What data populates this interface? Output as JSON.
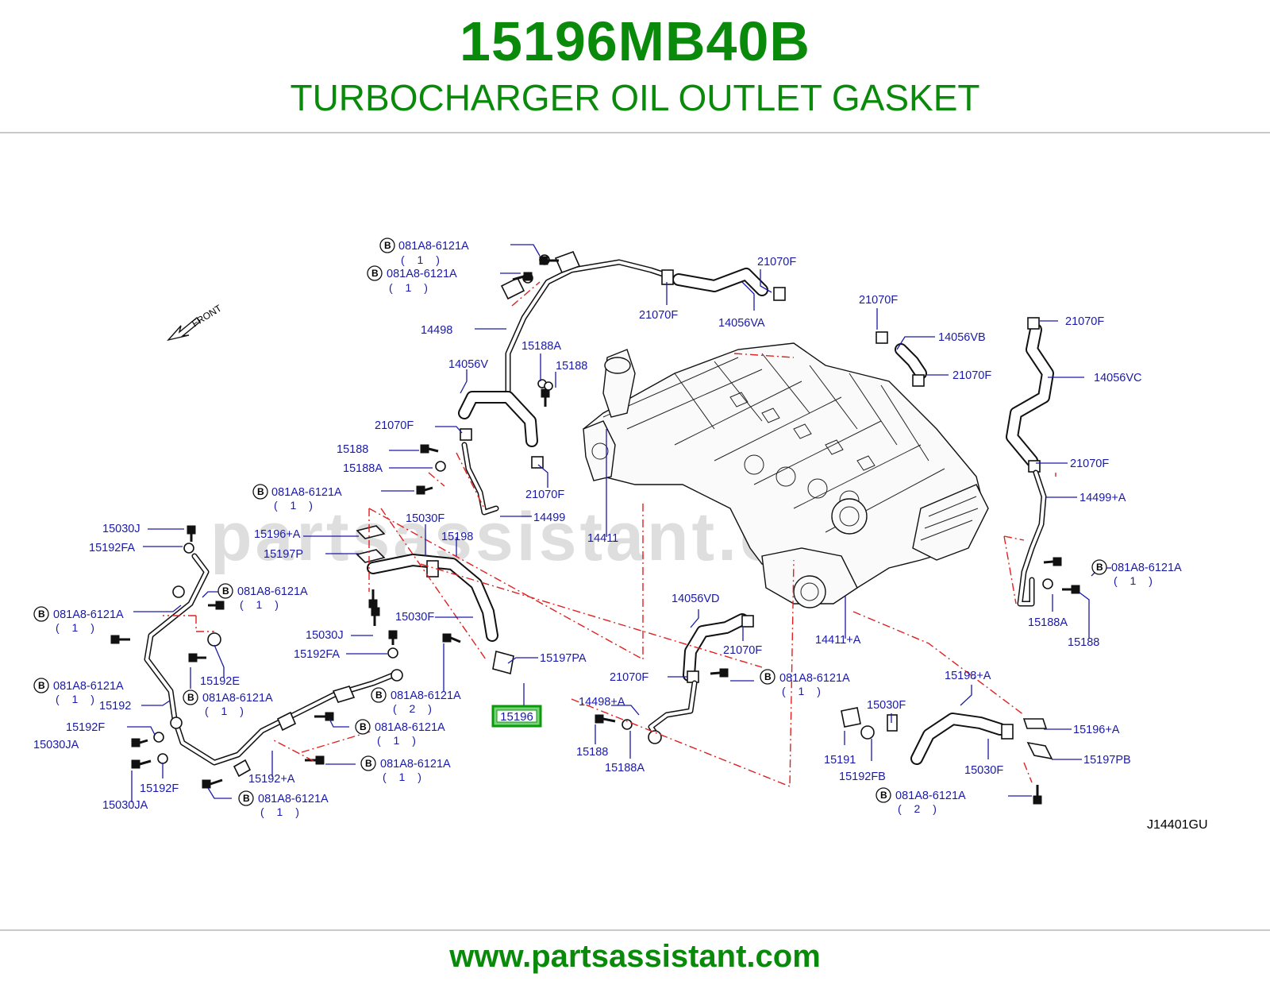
{
  "header": {
    "part_number": "15196MB40B",
    "part_name": "TURBOCHARGER OIL OUTLET GASKET"
  },
  "footer": {
    "url": "www.partsassistant.com"
  },
  "diagram": {
    "watermark": "partsassistant.com",
    "front_label": "FRONT",
    "ref_code": "J14401GU",
    "bolt_marker": "B",
    "highlighted_part": "15196",
    "labels": {
      "l_081a_top1": "081A8-6121A",
      "q_top1": "( 1 )",
      "l_081a_top2": "081A8-6121A",
      "q_top2": "( 1 )",
      "l_14498": "14498",
      "l_21070f_a": "21070F",
      "l_21070f_b": "21070F",
      "l_14056va": "14056VA",
      "l_15188a_top": "15188A",
      "l_15188_top": "15188",
      "l_14056v": "14056V",
      "l_21070f_c": "21070F",
      "l_15188_mid": "15188",
      "l_15188a_mid": "15188A",
      "l_081a_mid": "081A8-6121A",
      "q_mid": "( 1 )",
      "l_21070f_d": "21070F",
      "l_14499": "14499",
      "l_15030f_a": "15030F",
      "l_15196a_left": "15196+A",
      "l_15198": "15198",
      "l_15197p": "15197P",
      "l_15030j_left": "15030J",
      "l_15192fa_left": "15192FA",
      "l_081a_l1": "081A8-6121A",
      "q_l1": "( 1 )",
      "l_081a_l2": "081A8-6121A",
      "q_l2": "( 1 )",
      "l_15030f_b": "15030F",
      "l_15030j_mid": "15030J",
      "l_15192fa_mid": "15192FA",
      "l_15197pa": "15197PA",
      "l_081a_l3": "081A8-6121A",
      "q_l3": "( 1 )",
      "l_15192e": "15192E",
      "l_081a_l4": "081A8-6121A",
      "q_l4": "( 1 )",
      "l_15192": "15192",
      "l_081a_l5": "081A8-6121A",
      "q_l5": "( 2 )",
      "l_15192f_a": "15192F",
      "l_15030ja_a": "15030JA",
      "l_081a_l6": "081A8-6121A",
      "q_l6": "( 1 )",
      "l_081a_l7": "081A8-6121A",
      "q_l7": "( 1 )",
      "l_15192f_b": "15192F",
      "l_15192a": "15192+A",
      "l_15030ja_b": "15030JA",
      "l_081a_l8": "081A8-6121A",
      "q_l8": "( 1 )",
      "l_14411": "14411",
      "l_21070f_e": "21070F",
      "l_14056vb": "14056VB",
      "l_21070f_f": "21070F",
      "l_21070f_g": "21070F",
      "l_14056vc": "14056VC",
      "l_21070f_h": "21070F",
      "l_14499a": "14499+A",
      "l_081a_r1": "081A8-6121A",
      "q_r1": "( 1 )",
      "l_15188a_r": "15188A",
      "l_15188_r": "15188",
      "l_14411a": "14411+A",
      "l_14056vd": "14056VD",
      "l_21070f_i": "21070F",
      "l_21070f_j": "21070F",
      "l_081a_c1": "081A8-6121A",
      "q_c1": "( 1 )",
      "l_14498a": "14498+A",
      "l_15188_c": "15188",
      "l_15188a_c": "15188A",
      "l_15198a": "15198+A",
      "l_15030f_c": "15030F",
      "l_15196a_r": "15196+A",
      "l_15197pb": "15197PB",
      "l_15191": "15191",
      "l_15192fb": "15192FB",
      "l_15030f_d": "15030F",
      "l_081a_r2": "081A8-6121A",
      "q_r2": "( 2 )"
    }
  }
}
